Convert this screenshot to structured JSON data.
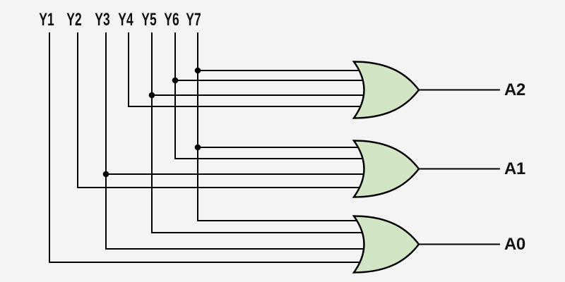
{
  "diagram": {
    "kind": "logic-circuit",
    "gate_type": "OR",
    "inputs": [
      "Y1",
      "Y2",
      "Y3",
      "Y4",
      "Y5",
      "Y6",
      "Y7"
    ],
    "gates": [
      {
        "label": "A2",
        "type": "OR",
        "inputs_top_to_bottom": [
          "Y7",
          "Y6",
          "Y5",
          "Y4"
        ]
      },
      {
        "label": "A1",
        "type": "OR",
        "inputs_top_to_bottom": [
          "Y7",
          "Y6",
          "Y3",
          "Y2"
        ]
      },
      {
        "label": "A0",
        "type": "OR",
        "inputs_top_to_bottom": [
          "Y7",
          "Y5",
          "Y3",
          "Y1"
        ]
      }
    ],
    "colors": {
      "background": "#f4f4f4",
      "gate_fill": "#d2e6c6",
      "stroke": "#000000",
      "text": "#111111"
    }
  }
}
